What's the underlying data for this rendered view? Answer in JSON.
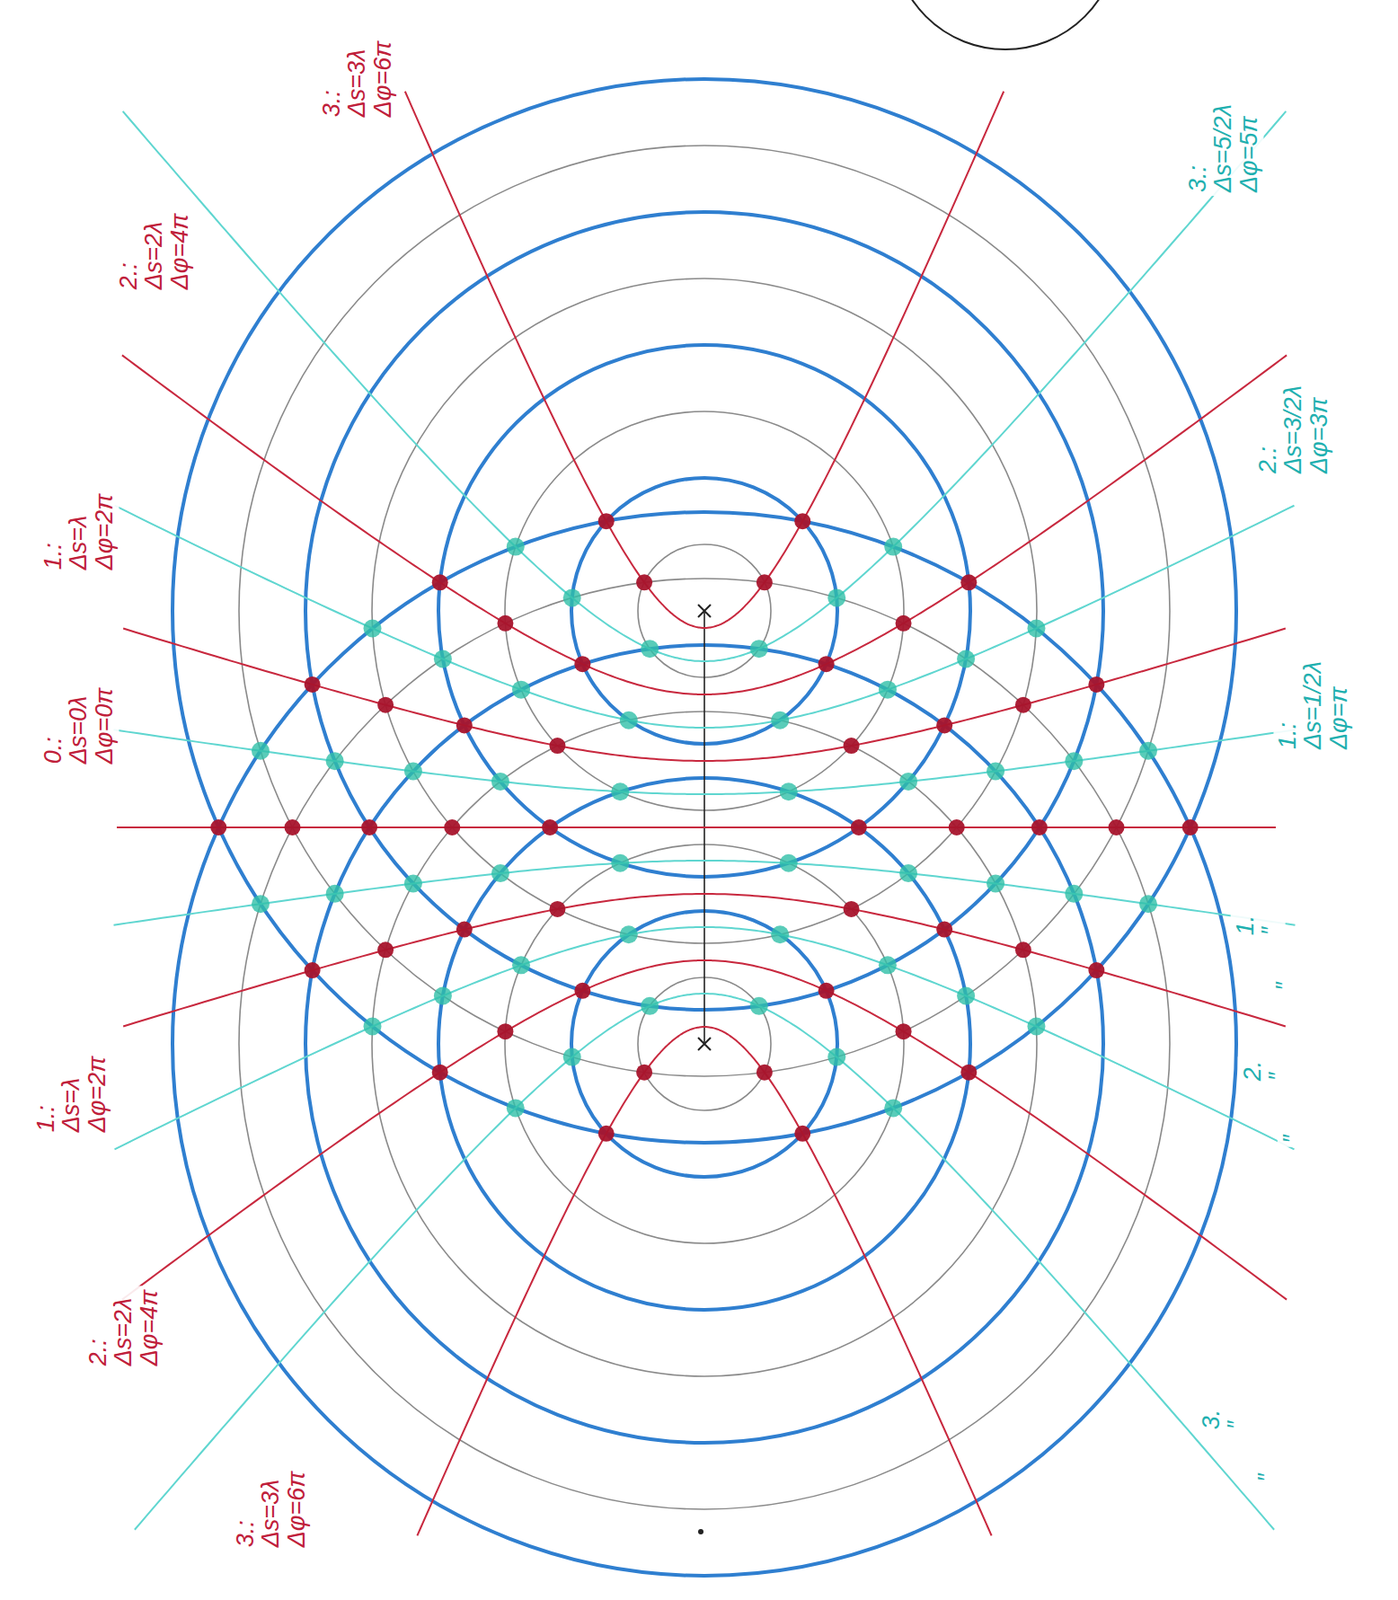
{
  "diagram": {
    "labels": [
      "3.: Δs=3λ Δφ=6π",
      "2.: Δs=2λ Δφ=4π",
      "1.: Δs=λ Δφ=2π",
      "0.: Δs=0λ Δφ=0π",
      "1.: Δs=λ Δφ=2π",
      "2.: Δs=2λ Δφ=4π",
      "3.: Δs=3λ Δφ=6π",
      "3.: Δs=5/2λ Δφ=5π",
      "2.: Δs=3/2λ Δφ=3π",
      "1.: Δs=1/2λ Δφ=π",
      "1. ″",
      "″",
      "2. ″",
      "″",
      "3. ″",
      "″"
    ]
  }
}
